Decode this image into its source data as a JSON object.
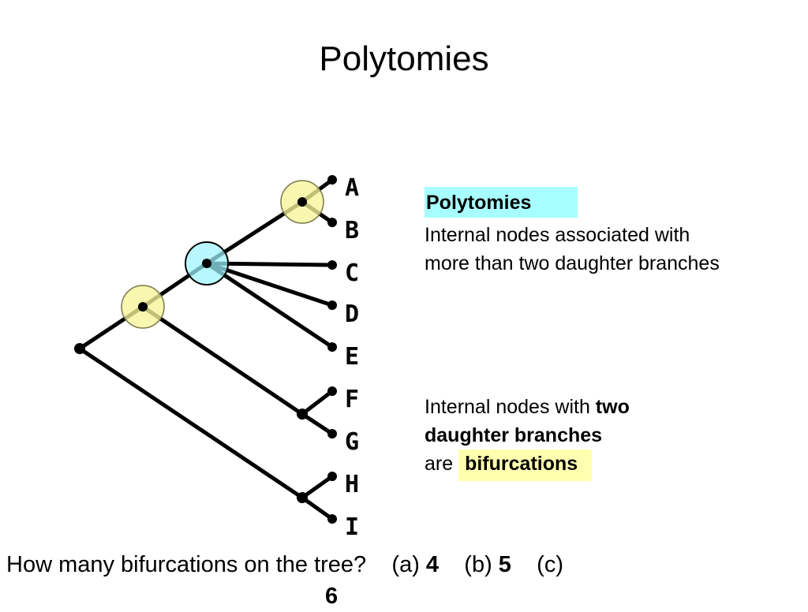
{
  "title": "Polytomies",
  "tree": {
    "leaves": [
      "A",
      "B",
      "C",
      "D",
      "E",
      "F",
      "G",
      "H",
      "I"
    ],
    "colors": {
      "polytomy": "#9ef4ff",
      "bifurcation": "#f5f59a",
      "branch": "#000000"
    }
  },
  "polytomies_box": {
    "title": "Polytomies",
    "line1": "Internal nodes associated with",
    "line2": "more than two daughter branches",
    "color": "#a8ffff"
  },
  "bifurcation_box": {
    "text1": "Internal nodes with ",
    "bold1": "two",
    "bold2": "daughter branches",
    "text2": "are ",
    "highlight": "bifurcations",
    "color": "#ffffb0"
  },
  "question": {
    "prompt": "How many bifurcations on the tree?",
    "a_label": "(a) ",
    "a_value": "4",
    "b_label": "(b) ",
    "b_value": "5",
    "c_label": "(c)",
    "c_value": "6"
  }
}
